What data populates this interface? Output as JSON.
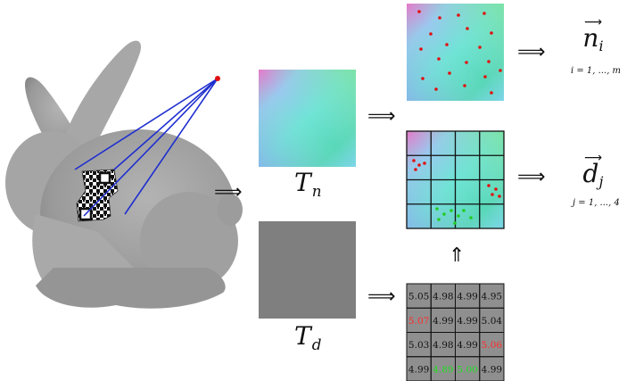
{
  "labels": {
    "tn": "T",
    "tn_sub": "n",
    "td": "T",
    "td_sub": "d",
    "ni": "n",
    "ni_sub": "i",
    "ni_range": "i = 1, ..., m",
    "dj": "d",
    "dj_sub": "j",
    "dj_range": "j = 1, ..., 4"
  },
  "arrows": {
    "right": "⟹",
    "up": "⇑"
  },
  "depth_table": {
    "rows": [
      [
        "5.05",
        "4.98",
        "4.99",
        "4.95"
      ],
      [
        "5.07",
        "4.99",
        "4.99",
        "5.04"
      ],
      [
        "5.03",
        "4.98",
        "4.99",
        "5.06"
      ],
      [
        "4.99",
        "4.89",
        "5.00",
        "4.99"
      ]
    ],
    "highlights": [
      [
        "normal",
        "normal",
        "normal",
        "normal"
      ],
      [
        "red",
        "normal",
        "normal",
        "normal"
      ],
      [
        "normal",
        "normal",
        "normal",
        "red"
      ],
      [
        "normal",
        "green",
        "green",
        "normal"
      ]
    ]
  },
  "colors": {
    "ray": "#1f2fcf",
    "red_point": "#e01010",
    "green_point": "#22cc22",
    "bunny": "#9b9b9b",
    "depth_map": "#7a7a7a",
    "highlight_red": "#ff2a2a",
    "highlight_green": "#22dd22"
  }
}
